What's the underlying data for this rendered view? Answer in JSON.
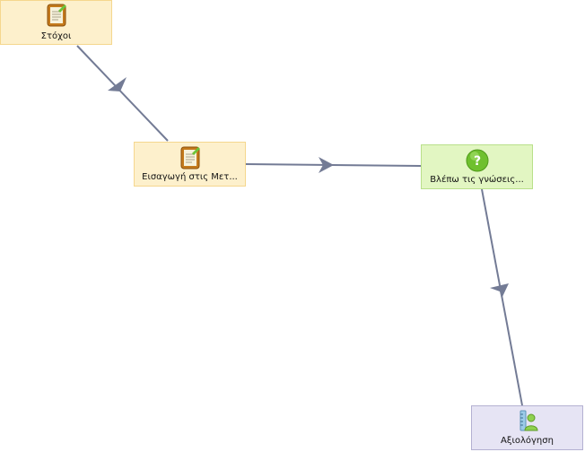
{
  "nodes": {
    "goals": {
      "label": "Στόχοι",
      "icon": "notepad-icon"
    },
    "intro": {
      "label": "Εισαγωγή στις Μετ...",
      "icon": "notepad-icon"
    },
    "knowledge": {
      "label": "Βλέπω τις γνώσεις...",
      "icon": "question-icon"
    },
    "assessment": {
      "label": "Αξιολόγηση",
      "icon": "person-ruler-icon"
    }
  },
  "connections": [
    {
      "from": "goals",
      "to": "intro"
    },
    {
      "from": "intro",
      "to": "knowledge"
    },
    {
      "from": "knowledge",
      "to": "assessment"
    }
  ],
  "colors": {
    "edge": "#737b95",
    "doc_fill": "#fdf0cc",
    "doc_border": "#f5d78e",
    "quiz_fill": "#e2f6c2",
    "quiz_border": "#b9e08a",
    "assess_fill": "#e6e4f4",
    "assess_border": "#b4b1d2"
  }
}
